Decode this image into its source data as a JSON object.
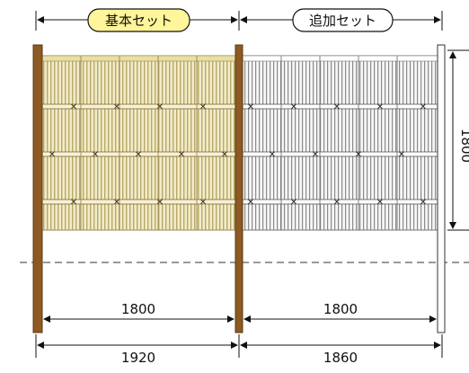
{
  "labels": {
    "basic_set": "基本セット",
    "additional_set": "追加セット"
  },
  "dimensions": {
    "basic_inner": "1800",
    "additional_inner": "1800",
    "basic_total": "1920",
    "additional_total": "1860",
    "height": "1800"
  },
  "colors": {
    "post": "#8c5a22",
    "post_dark": "#6b4318",
    "bamboo_fill": "#f1ecc9",
    "bamboo_line": "#b9a86a",
    "rail": "#7e6b32",
    "gray_fill": "#f4f4f4",
    "gray_line": "#8c8c8c",
    "gray_rail": "#555555",
    "label_highlight": "#fff59a",
    "dimension_line": "#111111"
  }
}
